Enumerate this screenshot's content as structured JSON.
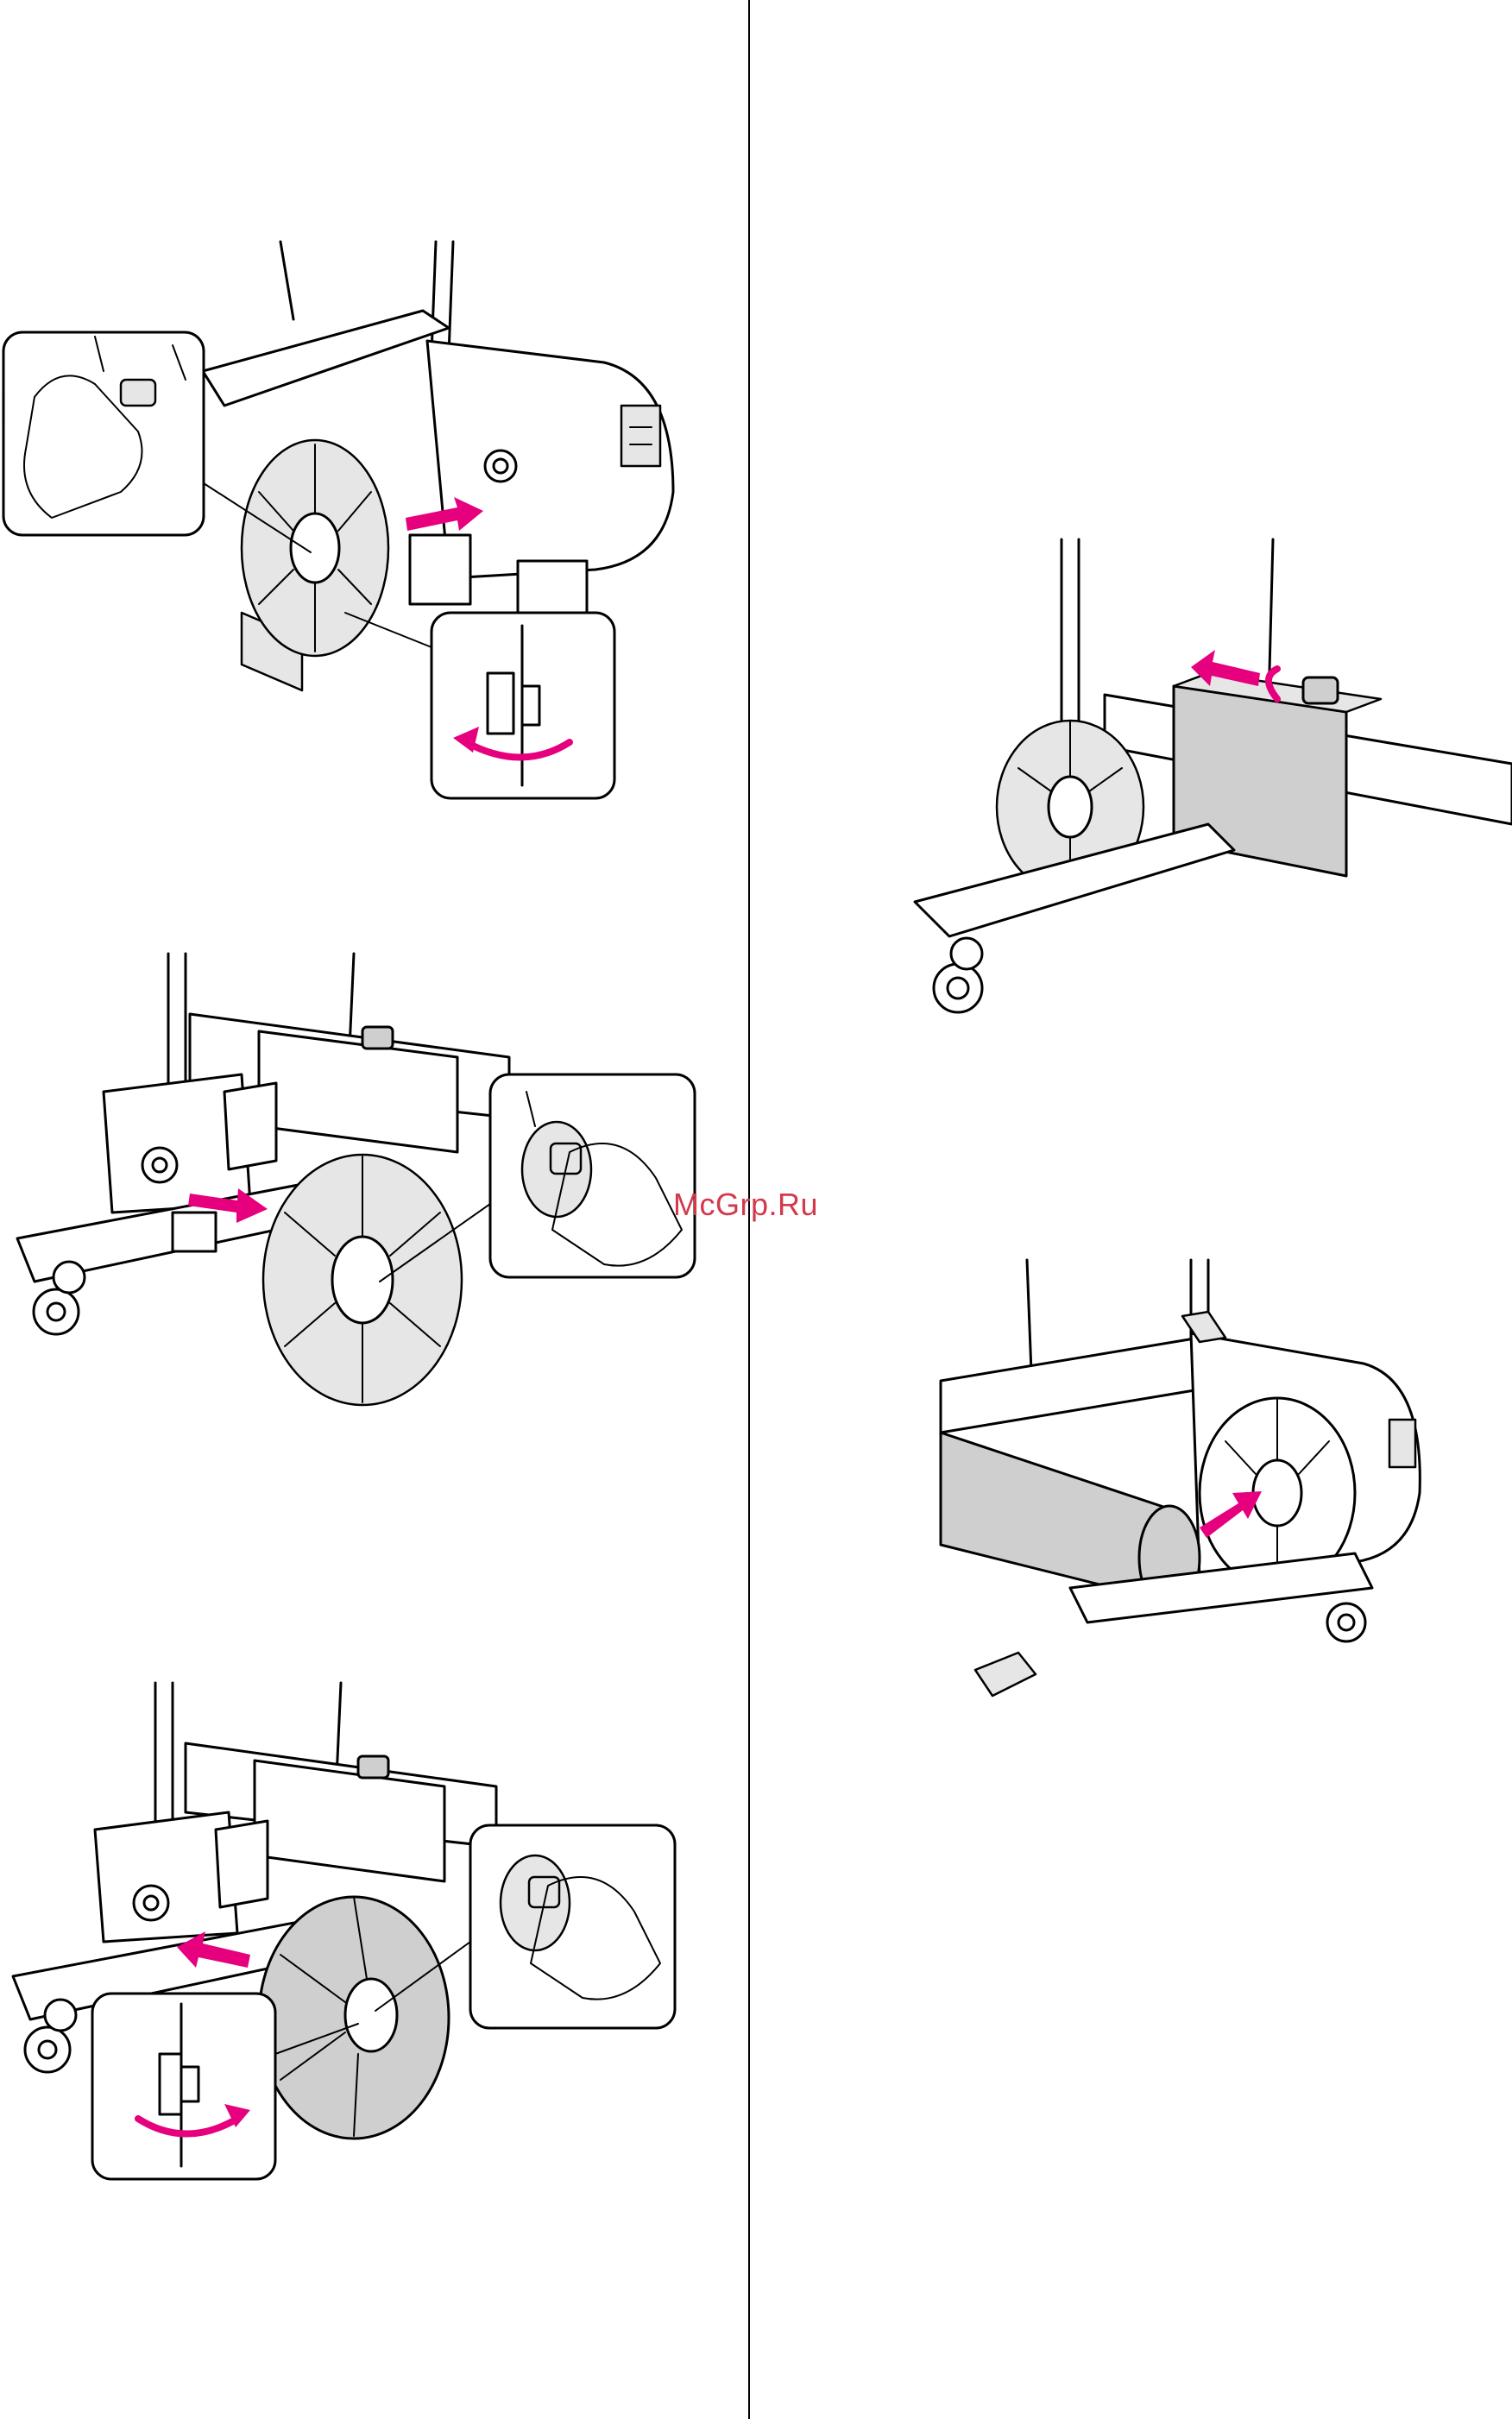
{
  "watermark": {
    "text": "McGrp.Ru"
  },
  "colors": {
    "accent": "#e6007e",
    "rule": "#000000",
    "watermark": "#d23a4c",
    "fill_grey": "#cfcfcf"
  },
  "figures": [
    {
      "id": "fig-attach-flange-motor",
      "icons": [
        "hand-lock-icon",
        "rotate-lever-icon"
      ]
    },
    {
      "id": "fig-slide-motor-unit",
      "icons": [
        "move-arrow-icon"
      ]
    },
    {
      "id": "fig-remove-flange",
      "icons": [
        "hand-press-icon"
      ]
    },
    {
      "id": "fig-insert-roll-core",
      "icons": [
        "push-arrow-icon"
      ]
    },
    {
      "id": "fig-attach-flange-right",
      "icons": [
        "hand-press-icon",
        "rotate-lever-icon"
      ]
    }
  ]
}
